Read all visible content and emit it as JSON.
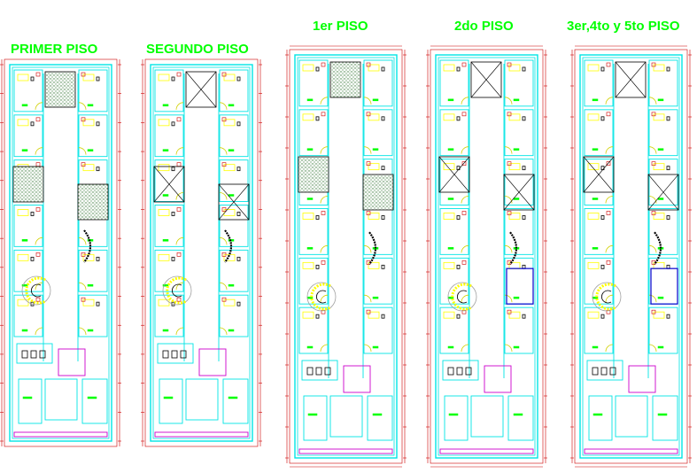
{
  "titles": {
    "t1": "PRIMER PISO",
    "t2": "SEGUNDO PISO",
    "t3": "1er PISO",
    "t4": "2do PISO",
    "t5": "3er,4to y 5to PISO"
  },
  "colors": {
    "title": "#00ff00",
    "wall": "#00e5e5",
    "dim": "#cc0000",
    "furniture": "#ffff00",
    "planter": "#3a7a3a",
    "accent": "#cc00cc",
    "door": "#d0d000",
    "stair": "#a0a0a0",
    "line": "#000000"
  }
}
